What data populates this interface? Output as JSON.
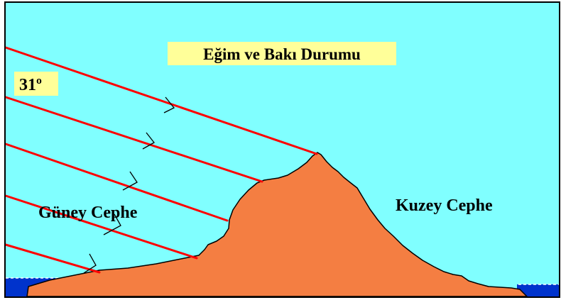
{
  "title": "Eğim ve Bakı Durumu",
  "angle_label": "31º",
  "slope_labels": {
    "south": "Güney Cephe",
    "north": "Kuzey Cephe"
  },
  "colors": {
    "sky": "#80FFFF",
    "mountain": "#F47E42",
    "mountain_outline": "#000000",
    "sun_rays": "#FF0000",
    "sea": "#0033CC",
    "title_bg": "#FFFF99",
    "frame": "#000000"
  }
}
